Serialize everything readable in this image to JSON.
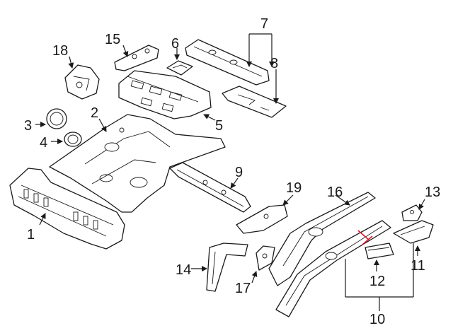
{
  "diagram": {
    "callouts": [
      "1",
      "2",
      "3",
      "4",
      "5",
      "6",
      "7",
      "8",
      "9",
      "10",
      "11",
      "12",
      "13",
      "14",
      "15",
      "16",
      "17",
      "18",
      "19"
    ],
    "colors": {
      "line": "#1a1a1a",
      "background": "#ffffff",
      "highlight": "#e0182b"
    }
  }
}
